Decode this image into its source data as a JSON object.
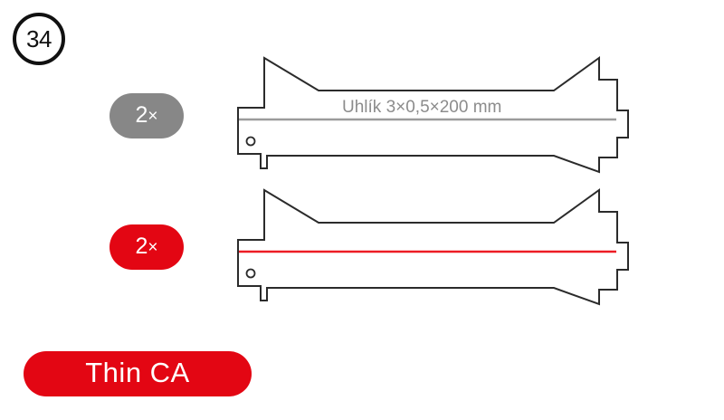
{
  "page": {
    "background_color": "#ffffff",
    "accent_red": "#e30613",
    "accent_gray": "#878787",
    "outline_color": "#2b2b2b",
    "label_gray": "#8c8c8c"
  },
  "step": {
    "number": "34",
    "badge_name": "step-number-34"
  },
  "quantities": [
    {
      "id": "gray",
      "label": "2",
      "multiplier": "×",
      "color": "#878787",
      "applies_to": "carbon-rod-part"
    },
    {
      "id": "red",
      "label": "2",
      "multiplier": "×",
      "color": "#e30613",
      "applies_to": "glue-line-part"
    }
  ],
  "action": {
    "label": "Thin CA",
    "color": "#e30613"
  },
  "parts": [
    {
      "id": "carbon-rod-part",
      "label": "Uhlík 3×0,5×200 mm",
      "line_color": "#9b9b9b",
      "line_kind": "carbon-rod"
    },
    {
      "id": "glue-line-part",
      "label": "",
      "line_color": "#ed1c24",
      "line_kind": "glue-bead"
    }
  ]
}
